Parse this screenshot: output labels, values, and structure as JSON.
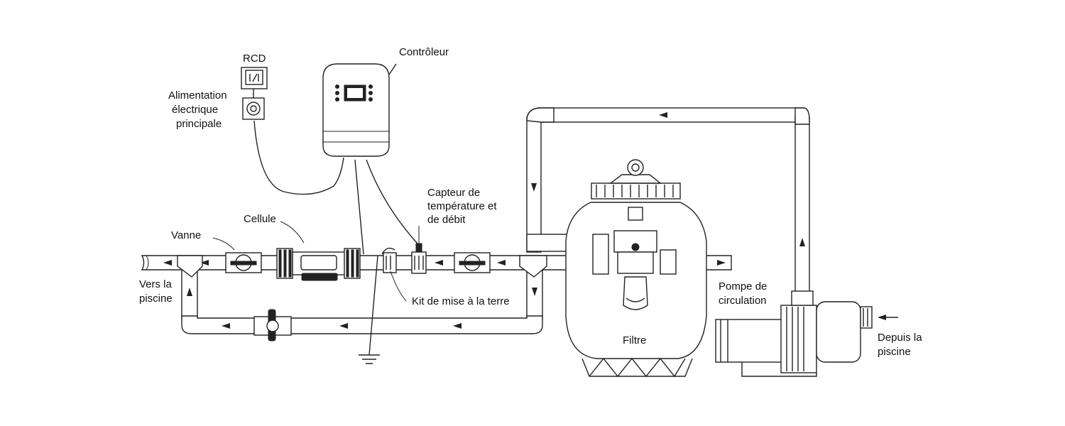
{
  "labels": {
    "rcd": "RCD",
    "controller": "Contrôleur",
    "power_1": "Alimentation",
    "power_2": "électrique",
    "power_3": "principale",
    "sensor_1": "Capteur de",
    "sensor_2": "température et",
    "sensor_3": "de débit",
    "cell": "Cellule",
    "valve": "Vanne",
    "to_pool_1": "Vers la",
    "to_pool_2": "piscine",
    "ground_kit": "Kit de mise à la terre",
    "filter": "Filtre",
    "pump_1": "Pompe de",
    "pump_2": "circulation",
    "from_pool_1": "Depuis la",
    "from_pool_2": "piscine"
  }
}
